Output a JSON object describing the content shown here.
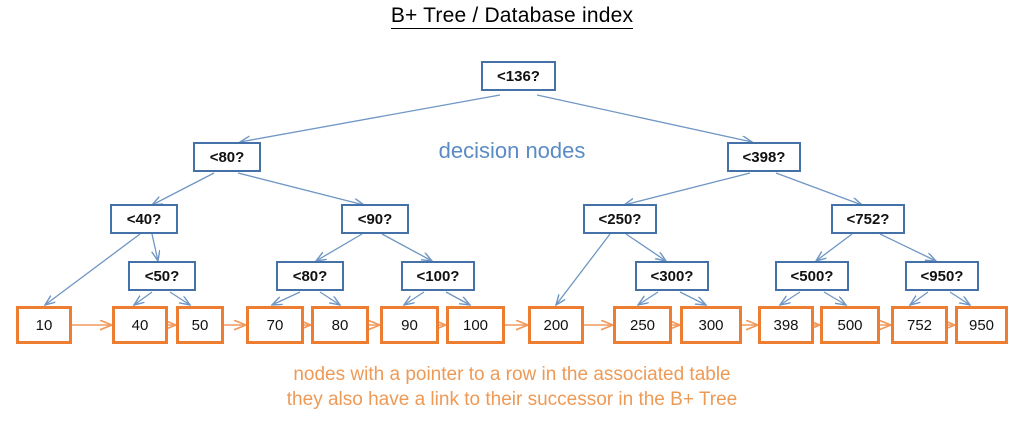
{
  "title": "B+ Tree / Database index",
  "annotations": {
    "decision_nodes_label": "decision nodes",
    "leaf_caption_line1": "nodes with a pointer to a row in the associated table",
    "leaf_caption_line2": "they also have a link to their successor in the B+ Tree"
  },
  "colors": {
    "decision_border": "#4472a8",
    "decision_text": "#111111",
    "leaf_border": "#ed7d31",
    "leaf_text": "#111111",
    "decision_label_text": "#5b8bc4",
    "leaf_caption_text": "#ee9a57",
    "tree_edge": "#6f96c4",
    "leaf_link": "#f09a5e",
    "title_text": "#000000",
    "background": "#ffffff"
  },
  "tree": {
    "root": {
      "label": "<136?"
    },
    "level2": [
      {
        "label": "<80?"
      },
      {
        "label": "<398?"
      }
    ],
    "level3": [
      {
        "label": "<40?"
      },
      {
        "label": "<90?"
      },
      {
        "label": "<250?"
      },
      {
        "label": "<752?"
      }
    ],
    "level4": [
      {
        "label": "<50?"
      },
      {
        "label": "<80?"
      },
      {
        "label": "<100?"
      },
      {
        "label": "<300?"
      },
      {
        "label": "<500?"
      },
      {
        "label": "<950?"
      }
    ],
    "leaves": [
      {
        "label": "10"
      },
      {
        "label": "40"
      },
      {
        "label": "50"
      },
      {
        "label": "70"
      },
      {
        "label": "80"
      },
      {
        "label": "90"
      },
      {
        "label": "100"
      },
      {
        "label": "200"
      },
      {
        "label": "250"
      },
      {
        "label": "300"
      },
      {
        "label": "398"
      },
      {
        "label": "500"
      },
      {
        "label": "752"
      },
      {
        "label": "950"
      }
    ]
  }
}
